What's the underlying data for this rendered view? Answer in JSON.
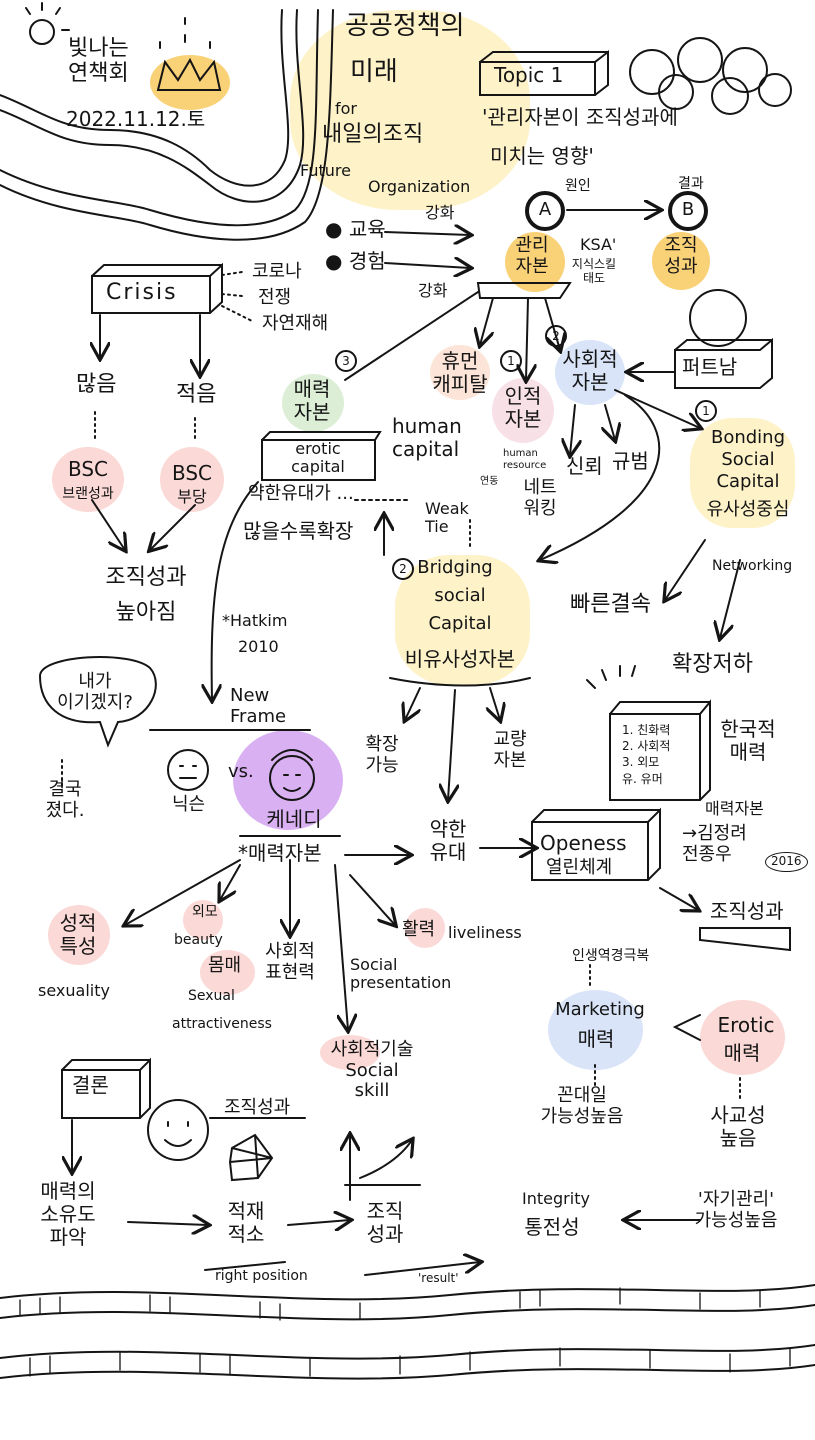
{
  "header": {
    "team_line1": "빛나는",
    "team_line2": "연책회",
    "date": "2022.11.12.토",
    "title_line1": "공공정책의",
    "title_line2": "미래",
    "for_label": "for",
    "subtitle_kr": "내일의조직",
    "subtitle_en1": "Future",
    "subtitle_en2": "Organization"
  },
  "topic": {
    "box_label": "Topic 1",
    "quote_line1": "'관리자본이 조직성과에",
    "quote_line2": "미치는 영향'"
  },
  "core": {
    "a_label": "A",
    "b_label": "B",
    "cause_label": "원인",
    "effect_label": "결과",
    "input1": "교육",
    "input2": "경험",
    "strengthen1": "강화",
    "strengthen2": "강화",
    "mgmt_capital": "관리\n자본",
    "ksa": "KSA'",
    "ksa_sub": "지식스킬\n태도",
    "org_perf": "조직\n성과"
  },
  "crisis": {
    "box_label": "Crisis",
    "items": [
      "코로나",
      "전쟁",
      "자연재해"
    ],
    "left_branch": "많음",
    "right_branch": "적음",
    "bsc_left_1": "BSC",
    "bsc_left_2": "브랜성과",
    "bsc_right_1": "BSC",
    "bsc_right_2": "부당",
    "result_line1": "조직성과",
    "result_line2": "높아짐"
  },
  "capitals": {
    "erotic_kr": "매력\n자본",
    "erotic_en": "erotic\ncapital",
    "human_kr": "휴먼\n캐피탈",
    "human_en": "human\ncapital",
    "human_resource": "human\nresource",
    "personal": "인적\n자본",
    "social": "사회적\n자본",
    "num1": "1",
    "num2": "2",
    "num3": "3",
    "ptdang": "퍼트남",
    "trust": "신뢰",
    "norm": "규범",
    "network": "네트\n워킹",
    "link": "연동"
  },
  "bonding": {
    "num": "1",
    "line1": "Bonding",
    "line2": "Social",
    "line3": "Capital",
    "kr": "유사성중심",
    "networking": "Networking",
    "fast_link": "빠른결속",
    "expand_limit": "확장저하"
  },
  "bridging": {
    "num": "2",
    "line1": "Bridging",
    "line2": "social",
    "line3": "Capital",
    "kr": "비유사성자본",
    "weak_tie": "Weak\nTie",
    "expand": "확장\n가능",
    "bridge_cap": "교량\n자본",
    "weak_bond": "약한\n유대"
  },
  "weak_ties_note": {
    "line1": "약한유대가 ...",
    "line2": "많을수록확장"
  },
  "hakim": {
    "author": "*Hatkim",
    "year": "2010",
    "new_frame": "New\nFrame"
  },
  "vs": {
    "bubble": "내가\n이기겠지?",
    "ending": "결국\n졌다.",
    "loser": "닉슨",
    "vs_label": "vs.",
    "kennedy": "케네디"
  },
  "erotic_breakdown": {
    "root": "*매력자본",
    "sex1": "성적\n특성",
    "sex_en": "sexuality",
    "beauty_kr": "외모",
    "beauty_en": "beauty",
    "body_kr": "몸매",
    "sexual": "Sexual",
    "attract": "attractiveness",
    "social_expr": "사회적\n표현력",
    "social_en": "Social\npresentation",
    "liveliness_kr": "활력",
    "liveliness_en": "liveliness",
    "social_skill": "사회적기술\nSocial\nskill"
  },
  "openness": {
    "en": "Openess",
    "kr": "열린체계",
    "list": [
      "1. 친화력",
      "2. 사회적",
      "3. 외모",
      "유. 유머"
    ],
    "korean_charm": "한국적\n매력",
    "charm_cap": "매력자본",
    "author": "→김정려\n전종우",
    "year": "2016",
    "org_perf": "조직성과"
  },
  "marketing": {
    "en": "Marketing",
    "kr": "매력",
    "note": "인생역경극복",
    "kkondae": "꼰대일\n가능성높음",
    "erotic_en": "Erotic",
    "erotic_kr": "매력",
    "social_high": "사교성\n높음",
    "self_mgmt": "'자기관리'\n가능성높음",
    "integrity_en": "Integrity",
    "integrity_kr": "통전성"
  },
  "conclusion": {
    "box_label": "결론",
    "step1": "매력의\n소유도\n파악",
    "step2": "적재\n적소",
    "step2_en": "right position",
    "step3": "조직\n성과",
    "step3_en": "'result'",
    "perf_label": "조직성과"
  }
}
